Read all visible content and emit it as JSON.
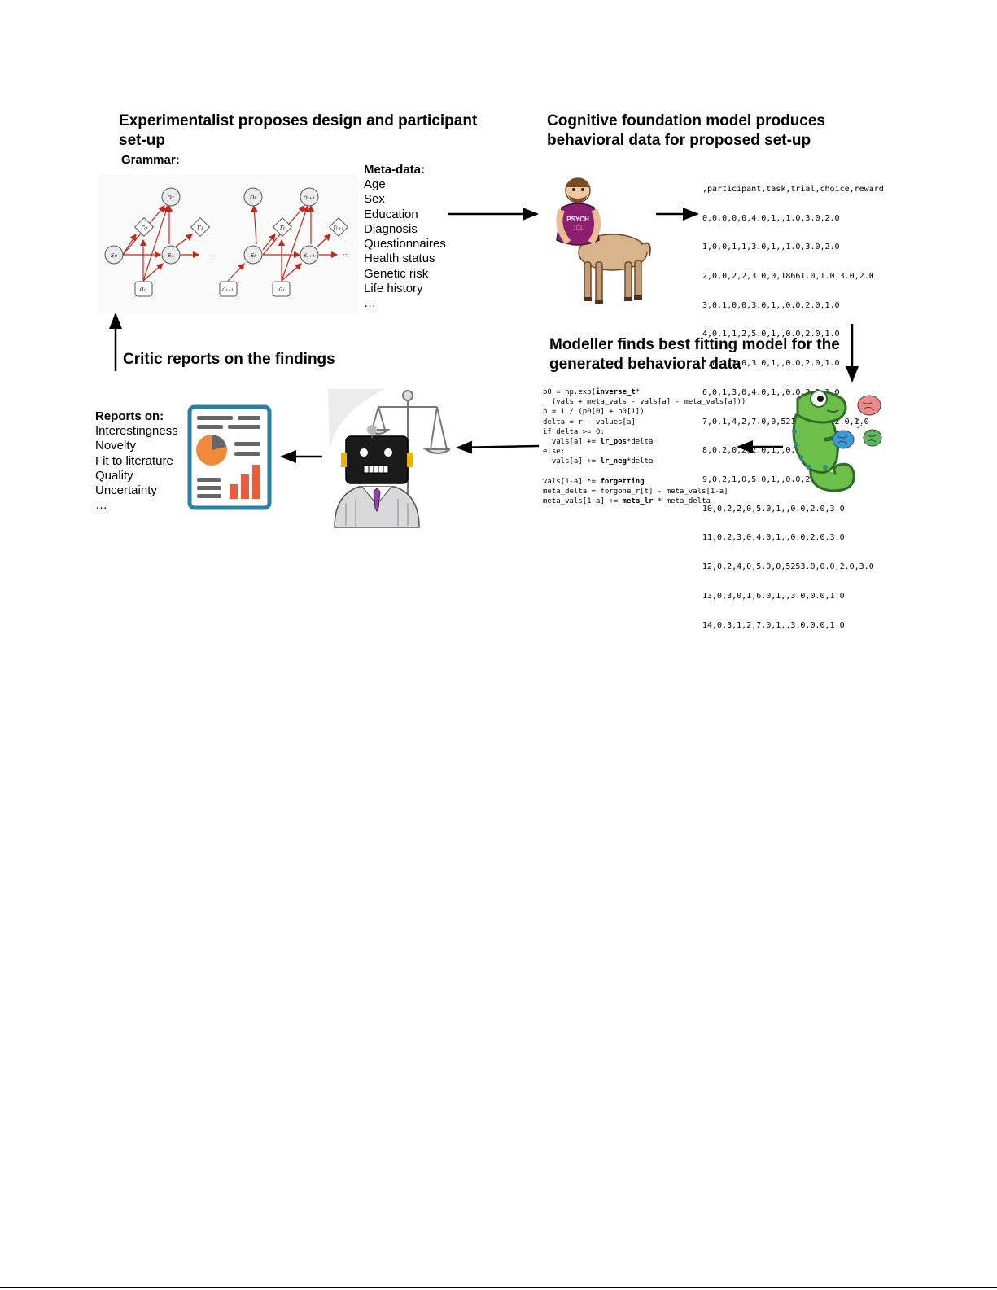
{
  "steps": {
    "experimentalist_title": "Experimentalist proposes design and participant set-up",
    "foundation_title": "Cognitive foundation model produces behavioral data for proposed set-up",
    "modeller_title": "Modeller finds best fitting model for the generated behavioral data",
    "critic_title": "Critic reports on the findings"
  },
  "grammar": {
    "label": "Grammar:",
    "nodes": {
      "s0": "s₀",
      "s1": "s₁",
      "st": "sₜ",
      "st1": "sₜ₊₁",
      "o1": "o₁",
      "ot": "oₜ",
      "ot1": "oₜ₊₁",
      "r0": "r₀",
      "r1": "r₁",
      "rt": "rₜ",
      "rt1": "rₜ₊₁",
      "a0": "a₀",
      "at_1": "aₜ₋₁",
      "at": "aₜ",
      "ellipsis": "..."
    }
  },
  "metadata": {
    "title": "Meta-data:",
    "items": [
      "Age",
      "Sex",
      "Education",
      "Diagnosis",
      "Questionnaires",
      "Health status",
      "Genetic risk",
      "Life history",
      "…"
    ]
  },
  "centaur": {
    "shirt_text": "PSYCH",
    "shirt_sub": "101"
  },
  "csv": {
    "lines": [
      ",participant,task,trial,choice,reward",
      "0,0,0,0,0,4.0,1,,1.0,3.0,2.0",
      "1,0,0,1,1,3.0,1,,1.0,3.0,2.0",
      "2,0,0,2,2,3.0,0,18661.0,1.0,3.0,2.0",
      "3,0,1,0,0,3.0,1,,0.0,2.0,1.0",
      "4,0,1,1,2,5.0,1,,0.0,2.0,1.0",
      "5,0,1,2,0,3.0,1,,0.0,2.0,1.0",
      "6,0,1,3,0,4.0,1,,0.0,2.0,1.0",
      "7,0,1,4,2,7.0,0,5211.0,0.0,2.0,1.0",
      "8,0,2,0,2,2.0,1,,0.0,2.0,3.0",
      "9,0,2,1,0,5.0,1,,0.0,2.0,3.0",
      "10,0,2,2,0,5.0,1,,0.0,2.0,3.0",
      "11,0,2,3,0,4.0,1,,0.0,2.0,3.0",
      "12,0,2,4,0,5.0,0,5253.0,0.0,2.0,3.0",
      "13,0,3,0,1,6.0,1,,3.0,0.0,1.0",
      "14,0,3,1,2,7.0,1,,3.0,0.0,1.0"
    ]
  },
  "code": {
    "lines": [
      [
        {
          "t": "p0 = np.exp("
        },
        {
          "t": "inverse_t",
          "b": true
        },
        {
          "t": "*"
        }
      ],
      [
        {
          "t": "  (vals + meta_vals - vals[a] - meta_vals[a]))"
        }
      ],
      [
        {
          "t": "p = 1 / (p0[0] + p0[1])"
        }
      ],
      [
        {
          "t": "delta = r - values[a]"
        }
      ],
      [
        {
          "t": "if delta >= 0:"
        }
      ],
      [
        {
          "t": "  vals[a] += "
        },
        {
          "t": "lr_pos",
          "b": true
        },
        {
          "t": "*delta"
        }
      ],
      [
        {
          "t": "else:"
        }
      ],
      [
        {
          "t": "  vals[a] += "
        },
        {
          "t": "lr_neg",
          "b": true
        },
        {
          "t": "*delta"
        }
      ],
      [
        {
          "t": ""
        }
      ],
      [
        {
          "t": "vals[1-a] *= "
        },
        {
          "t": "forgetting",
          "b": true
        }
      ],
      [
        {
          "t": "meta_delta = forgone_r[t] - meta_vals[1-a]"
        }
      ],
      [
        {
          "t": "meta_vals[1-a] += "
        },
        {
          "t": "meta_lr",
          "b": true
        },
        {
          "t": " * meta_delta"
        }
      ]
    ]
  },
  "reports": {
    "title": "Reports on:",
    "items": [
      "Interestingness",
      "Novelty",
      "Fit to literature",
      "Quality",
      "Uncertainty",
      "…"
    ]
  },
  "colors": {
    "arrow_red": "#c0281e",
    "node_grey": "#ebebeb",
    "report_blue": "#2b7fa3",
    "report_orange": "#f08a3a",
    "report_red": "#e85d3a",
    "chameleon_green": "#6cc04a",
    "robot_tie": "#8e44ad"
  }
}
